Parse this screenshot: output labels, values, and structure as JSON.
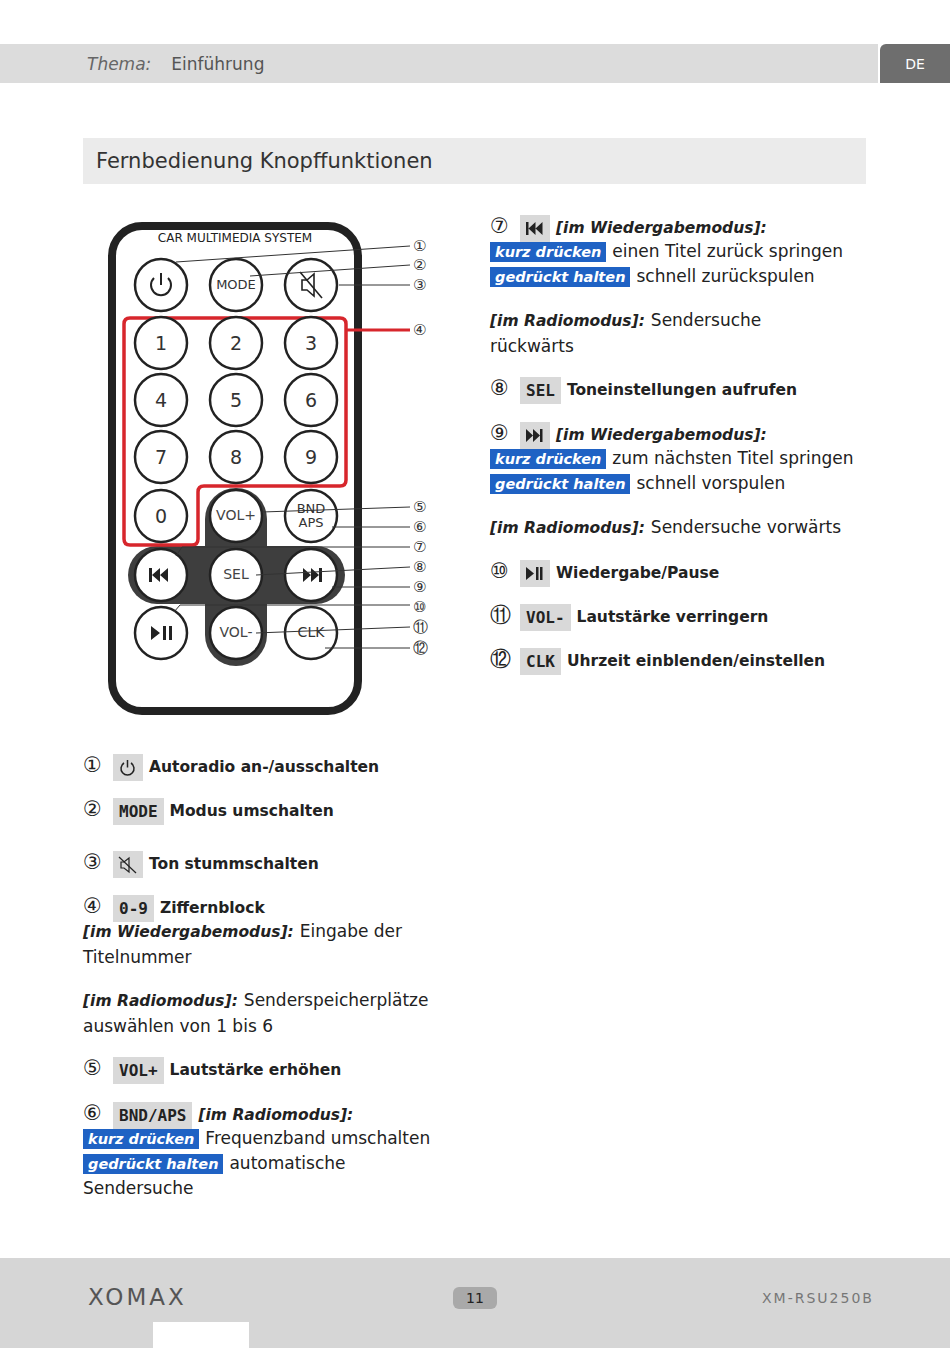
{
  "diagram": {
    "title": "Fernbedienung Knopffunktionen",
    "nodes": [
      {
        "text": [
          "Thema:",
          "Einführung"
        ]
      },
      {
        "text": [
          "DE"
        ]
      },
      {
        "text": [
          "CAR MULTIMEDIA SYSTEM"
        ]
      },
      {
        "text": [
          "MODE"
        ],
        "in": 2
      },
      {
        "text": [
          "1"
        ],
        "in": 2
      },
      {
        "text": [
          "2"
        ],
        "in": 2
      },
      {
        "text": [
          "3"
        ],
        "in": 2
      },
      {
        "text": [
          "4"
        ],
        "in": 2
      },
      {
        "text": [
          "5"
        ],
        "in": 2
      },
      {
        "text": [
          "6"
        ],
        "in": 2
      },
      {
        "text": [
          "7"
        ],
        "in": 2
      },
      {
        "text": [
          "8"
        ],
        "in": 2
      },
      {
        "text": [
          "9"
        ],
        "in": 2
      },
      {
        "text": [
          "0"
        ],
        "in": 2
      },
      {
        "text": [
          "VOL+"
        ],
        "in": 2
      },
      {
        "text": [
          "BND APS"
        ],
        "in": 2
      },
      {
        "text": [
          "SEL"
        ],
        "in": 2
      },
      {
        "text": [
          "VOL-"
        ],
        "in": 2
      },
      {
        "text": [
          "CLK"
        ],
        "in": 2
      },
      {
        "text": [
          "kurz drücken"
        ]
      },
      {
        "text": [
          "gedrückt halten"
        ]
      },
      {
        "text": [
          "SEL"
        ]
      },
      {
        "text": [
          "kurz drücken"
        ]
      },
      {
        "text": [
          "gedrückt halten"
        ]
      },
      {
        "text": [
          "VOL-"
        ]
      },
      {
        "text": [
          "CLK"
        ]
      },
      {
        "text": [
          "MODE"
        ]
      },
      {
        "text": [
          "0-9"
        ]
      },
      {
        "text": [
          "VOL+"
        ]
      },
      {
        "text": [
          "BND/APS"
        ]
      },
      {
        "text": [
          "kurz drücken"
        ]
      },
      {
        "text": [
          "gedrückt halten"
        ]
      },
      {
        "text": [
          "11"
        ]
      }
    ],
    "labels": [
      "①",
      "②",
      "③",
      "④",
      "⑤",
      "⑥",
      "⑦",
      "⑧",
      "⑨",
      "⑩",
      "⑪",
      "⑫",
      "⑦",
      "[im Wiedergabemodus]:",
      "einen Titel zurück springen",
      "schnell zurückspulen",
      "[im Radiomodus]:",
      "Sendersuche rückwärts",
      "⑧",
      "Toneinstellungen aufrufen",
      "⑨",
      "[im Wiedergabemodus]:",
      "zum nächsten Titel springen",
      "schnell vorspulen",
      "[im Radiomodus]:",
      "Sendersuche vorwärts",
      "⑩",
      "Wiedergabe/Pause",
      "⑪",
      "Lautstärke verringern",
      "⑫",
      "Uhrzeit einblenden/einstellen",
      "①",
      "Autoradio an-/ausschalten",
      "②",
      "Modus umschalten",
      "③",
      "Ton stummschalten",
      "④",
      "Ziffernblock",
      "[im Wiedergabemodus]:",
      "Eingabe der Titelnummer",
      "[im Radiomodus]:",
      "Senderspeicherplätze auswählen von 1 bis 6",
      "⑤",
      "Lautstärke erhöhen",
      "⑥",
      "[im Radiomodus]:",
      "Frequenzband umschalten",
      "automatische Sendersuche",
      "XOMAX",
      "XM-RSU250B"
    ]
  }
}
